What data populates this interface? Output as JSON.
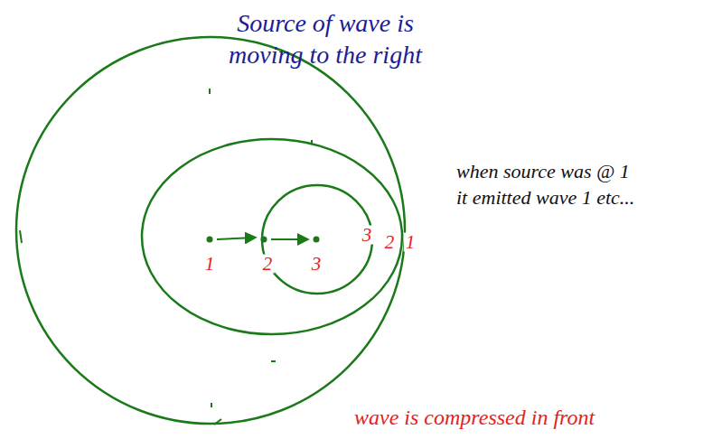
{
  "diagram": {
    "title": "Source of wave is moving to the right",
    "caption": "wave is compressed in front",
    "labels": [
      "1",
      "2",
      "3",
      "3",
      "2",
      "1",
      "when source was @ 1 it emitted wave 1 etc..."
    ]
  }
}
